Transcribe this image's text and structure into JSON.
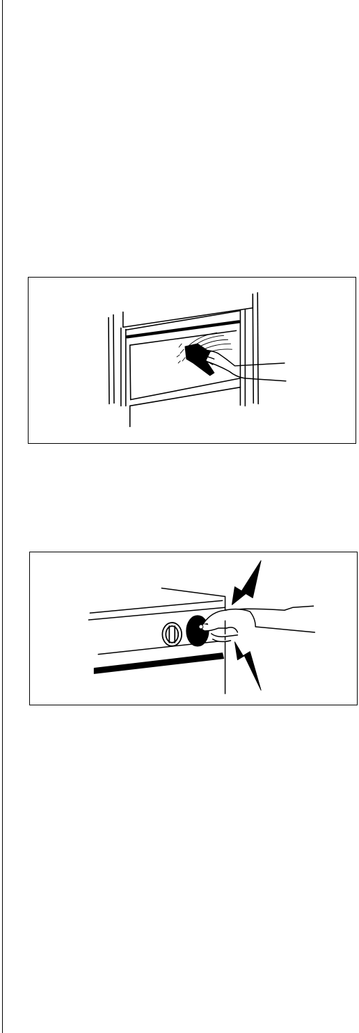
{
  "page": {
    "figures": [
      {
        "id": "figure-oven-door-cleaning",
        "icon": "hand-wiping-oven-door-illustration"
      },
      {
        "id": "figure-control-knob-shock",
        "icon": "hand-pressing-knob-electric-shock-illustration"
      }
    ],
    "colors": {
      "ink": "#000000",
      "paper": "#ffffff"
    }
  }
}
